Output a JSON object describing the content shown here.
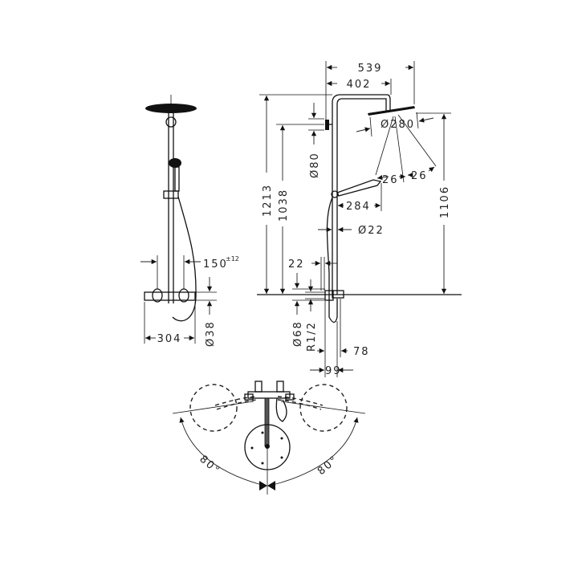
{
  "front_view": {
    "width_label": "304",
    "spacing_label": "150",
    "spacing_tolerance": "±12",
    "diameter_label": "Ø38"
  },
  "side_view": {
    "overall_reach": "539",
    "arm_reach": "402",
    "total_height": "1213",
    "mount_height": "1038",
    "head_height": "1106",
    "mount_diameter": "Ø80",
    "head_diameter": "Ø280",
    "tilt_left": "26",
    "tilt_right": "26",
    "handshower_length": "284",
    "pipe_diameter": "Ø22",
    "wall_offset": "22",
    "flange_diameter": "Ø68",
    "thread": "R1/2",
    "depth_78": "78",
    "depth_99": "99"
  },
  "top_view": {
    "swivel_left": "80°",
    "swivel_right": "80°"
  }
}
